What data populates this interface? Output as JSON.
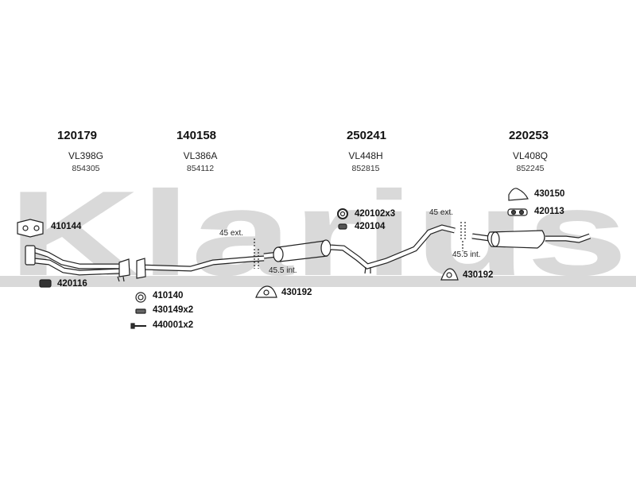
{
  "watermark": {
    "text": "Klarius",
    "color": "#d9d9d9"
  },
  "sections": [
    {
      "part_number": "120179",
      "code": "VL398G",
      "ref": "854305"
    },
    {
      "part_number": "140158",
      "code": "VL386A",
      "ref": "854112"
    },
    {
      "part_number": "250241",
      "code": "VL448H",
      "ref": "852815"
    },
    {
      "part_number": "220253",
      "code": "VL408Q",
      "ref": "852245"
    }
  ],
  "components": {
    "gasket_front": "410144",
    "clamp_front": "420116",
    "ring_410140": "410140",
    "bolt_430149": "430149x2",
    "bolt_440001": "440001x2",
    "hanger_mid": "430192",
    "ring_420102": "420102x3",
    "rubber_420104": "420104",
    "hanger_rear": "430192",
    "hanger_430150": "430150",
    "rubber_420113": "420113"
  },
  "dimensions": {
    "front_ext": "45 ext.",
    "front_int": "45.5 int.",
    "rear_ext": "45 ext.",
    "rear_int": "45.5 int."
  },
  "colors": {
    "pipe_stroke": "#222222",
    "pipe_fill": "#ffffff",
    "band": "#d9d9d9"
  }
}
